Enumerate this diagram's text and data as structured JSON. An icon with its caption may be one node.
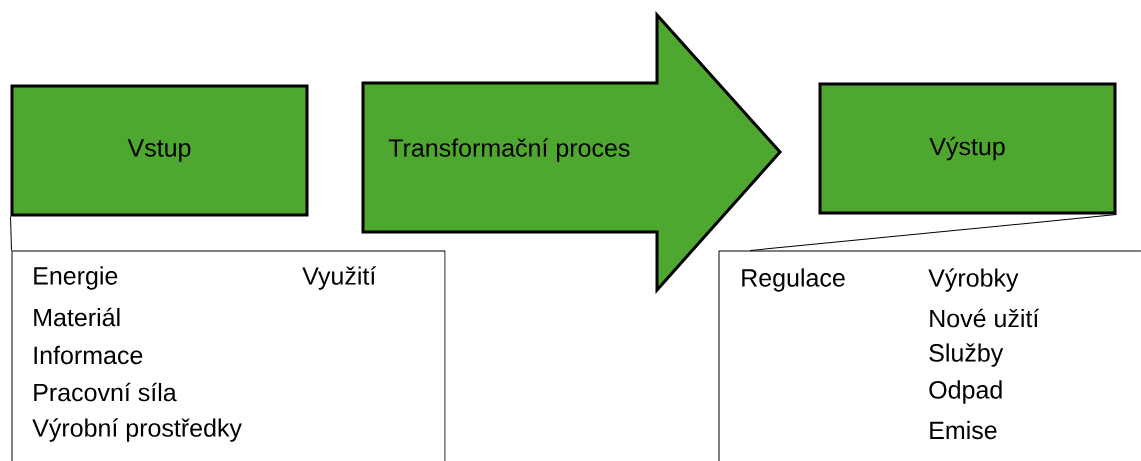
{
  "diagram": {
    "nodes": [
      {
        "text": [
          "Vstup"
        ]
      },
      {
        "text": [
          "Transformační proces"
        ]
      },
      {
        "text": [
          "Výstup"
        ]
      },
      {
        "text": [
          "Energie",
          "Materiál",
          "Informace",
          "Pracovní síla",
          "Výrobní prostředky",
          "Využití"
        ]
      },
      {
        "text": [
          "Regulace",
          "Výrobky",
          "Nové užití",
          "Služby",
          "Odpad",
          "Emise"
        ]
      }
    ],
    "edges": [
      {
        "from": 0,
        "to": 3,
        "arrow": "none"
      },
      {
        "from": 2,
        "to": 4,
        "arrow": "none"
      }
    ]
  }
}
